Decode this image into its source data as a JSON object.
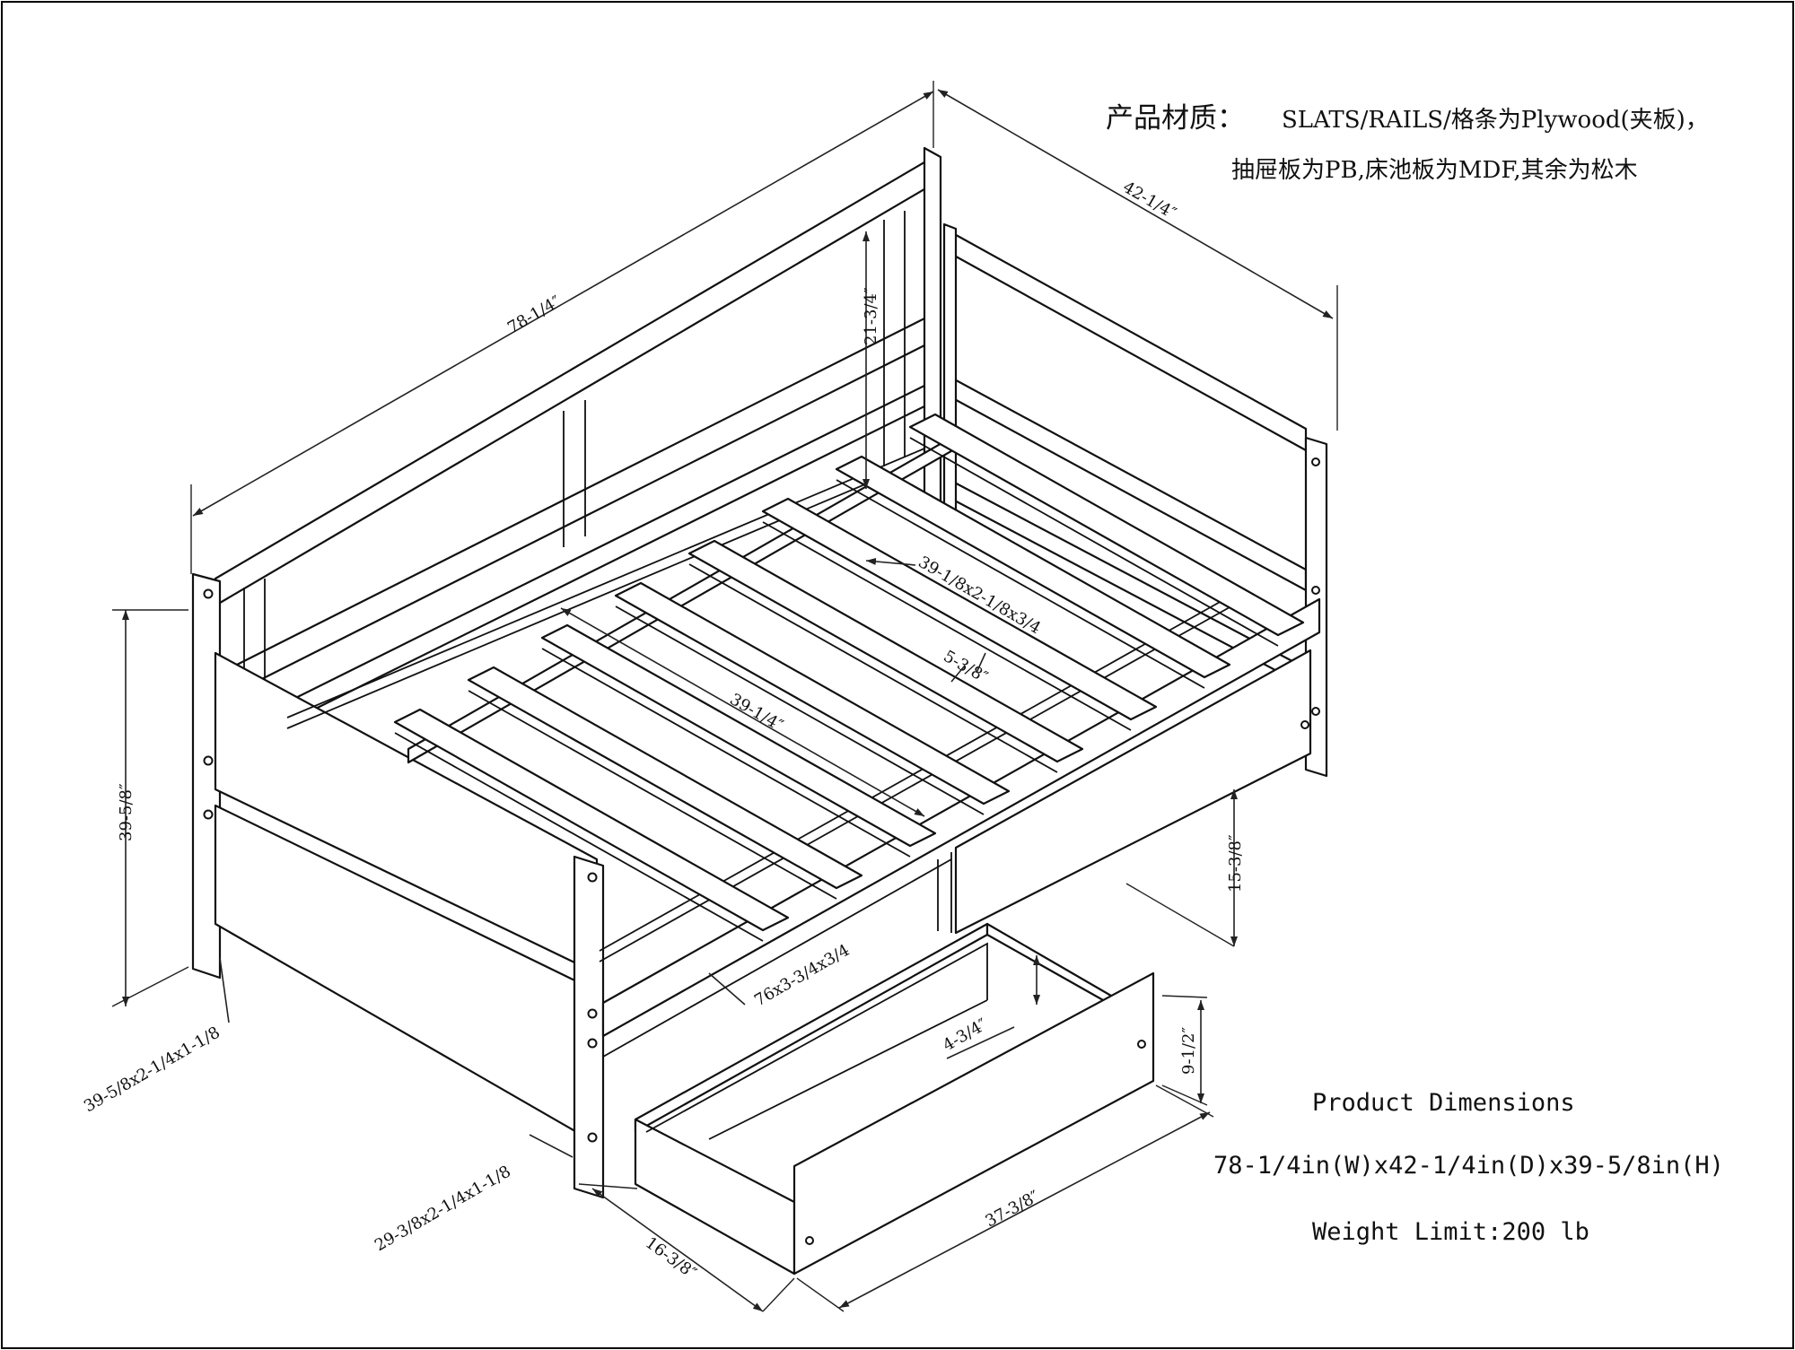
{
  "material_note": {
    "line1_label": "产品材质：",
    "line1_text": "SLATS/RAILS/格条为Plywood(夹板)，",
    "line2_text": "抽屉板为PB,床池板为MDF,其余为松木"
  },
  "dimensions": {
    "overall_length": "78-1/4″",
    "overall_depth": "42-1/4″",
    "overall_height": "39-5/8″",
    "back_rail_height": "21-3/4″",
    "slat_spec": "39-1/8x2-1/8x3/4",
    "slat_spacing": "5-3/8″",
    "inner_width": "39-1/4″",
    "under_bed_clearance": "15-3/8″",
    "side_rail_spec": "76x3-3/4x3/4",
    "drawer_inner_depth": "4-3/4″",
    "drawer_height": "9-1/2″",
    "drawer_length": "37-3/8″",
    "drawer_width": "16-3/8″",
    "end_post_spec": "39-5/8x2-1/4x1-1/8",
    "front_post_spec": "29-3/8x2-1/4x1-1/8"
  },
  "product_info": {
    "title": "Product Dimensions",
    "dimensions_line": "78-1/4in(W)x42-1/4in(D)x39-5/8in(H)",
    "weight_line": "Weight Limit:200 lb"
  },
  "colors": {
    "line": "#111111",
    "background": "#ffffff"
  }
}
